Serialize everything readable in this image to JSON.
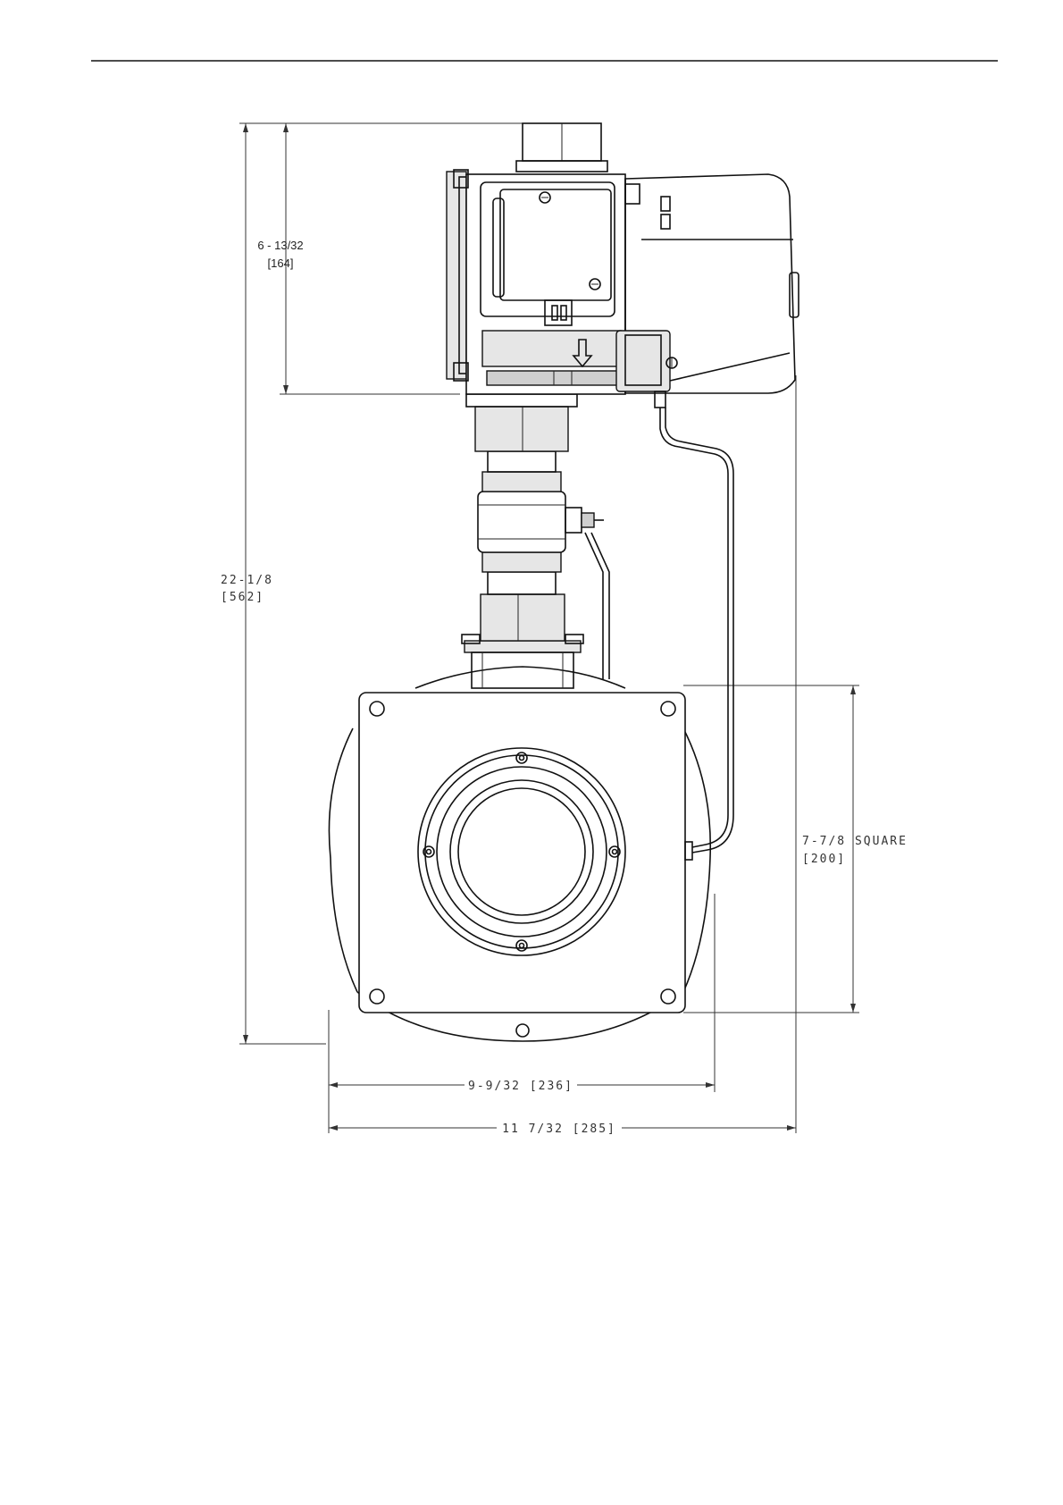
{
  "drawing": {
    "dimensions": {
      "actuator_height": {
        "imperial": "6 - 13/32",
        "metric": "[164]"
      },
      "overall_height": {
        "imperial": "22-1/8",
        "metric": "[562]"
      },
      "flange_square": {
        "imperial": "7-7/8 SQUARE",
        "metric": "[200]"
      },
      "body_width": {
        "text": "9-9/32 [236]"
      },
      "overall_width": {
        "text": "11 7/32 [285]"
      }
    },
    "colors": {
      "line": "#111111",
      "dimension": "#333333",
      "shade": "#e6e6e6"
    }
  }
}
